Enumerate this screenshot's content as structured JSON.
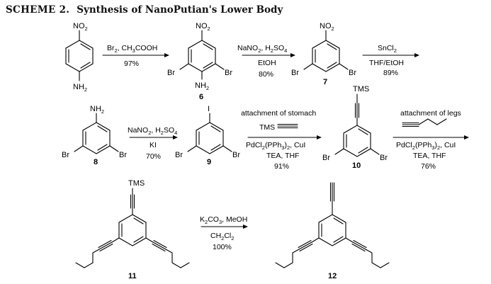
{
  "title": {
    "prefix": "SCHEME 2.",
    "text": "Synthesis of NanoPutian's Lower Body"
  },
  "compounds": [
    {
      "id": "sm",
      "number": "",
      "substituents": {
        "top": "NO2",
        "bottom": "NH2"
      }
    },
    {
      "id": "c6",
      "number": "6",
      "substituents": {
        "top": "NO2",
        "bottom": "NH2",
        "left": "Br",
        "right": "Br"
      }
    },
    {
      "id": "c7",
      "number": "7",
      "substituents": {
        "top": "NO2",
        "left": "Br",
        "right": "Br"
      }
    },
    {
      "id": "c8",
      "number": "8",
      "substituents": {
        "top": "NH2",
        "left": "Br",
        "right": "Br"
      }
    },
    {
      "id": "c9",
      "number": "9",
      "substituents": {
        "top": "I",
        "left": "Br",
        "right": "Br"
      }
    },
    {
      "id": "c10",
      "number": "10",
      "substituents": {
        "top": "TMS-alkyne",
        "left": "Br",
        "right": "Br"
      }
    },
    {
      "id": "c11",
      "number": "11",
      "substituents": {
        "top": "TMS-alkyne",
        "left": "pentynyl",
        "right": "pentynyl"
      }
    },
    {
      "id": "c12",
      "number": "12",
      "substituents": {
        "top": "ethynyl",
        "left": "pentynyl",
        "right": "pentynyl"
      }
    }
  ],
  "atoms": {
    "nitro": "NO",
    "amino": "NH",
    "sub2": "2",
    "bromo": "Br",
    "iodo": "I",
    "tms": "TMS"
  },
  "steps": [
    {
      "id": "s1",
      "above": [
        "Br",
        "2",
        ", CH",
        "3",
        "COOH"
      ],
      "below": [
        "97%"
      ]
    },
    {
      "id": "s2",
      "above": [
        "NaNO",
        "2",
        ", H",
        "2",
        "SO",
        "4"
      ],
      "below": [
        "EtOH",
        "80%"
      ]
    },
    {
      "id": "s3",
      "above": [
        "SnCl",
        "2"
      ],
      "below": [
        "THF/EtOH",
        "89%"
      ]
    },
    {
      "id": "s4",
      "above": [
        "NaNO",
        "2",
        ", H",
        "2",
        "SO",
        "4"
      ],
      "below": [
        "KI",
        "70%"
      ]
    },
    {
      "id": "s5",
      "heading": "attachment of stomach",
      "reagent": "TMS",
      "below_parts": [
        "PdCl",
        "2",
        "(PPh",
        "3",
        ")",
        "2",
        ", CuI"
      ],
      "below": [
        "TEA, THF",
        "91%"
      ]
    },
    {
      "id": "s6",
      "heading": "attachment of legs",
      "below_parts": [
        "PdCl",
        "2",
        "(PPh",
        "3",
        ")",
        "2",
        ", CuI"
      ],
      "below": [
        "TEA, THF",
        "76%"
      ]
    },
    {
      "id": "s7",
      "above": [
        "K",
        "2",
        "CO",
        "3",
        ", MeOH"
      ],
      "below_parts": [
        "CH",
        "2",
        "Cl",
        "2"
      ],
      "below": [
        "100%"
      ]
    }
  ]
}
